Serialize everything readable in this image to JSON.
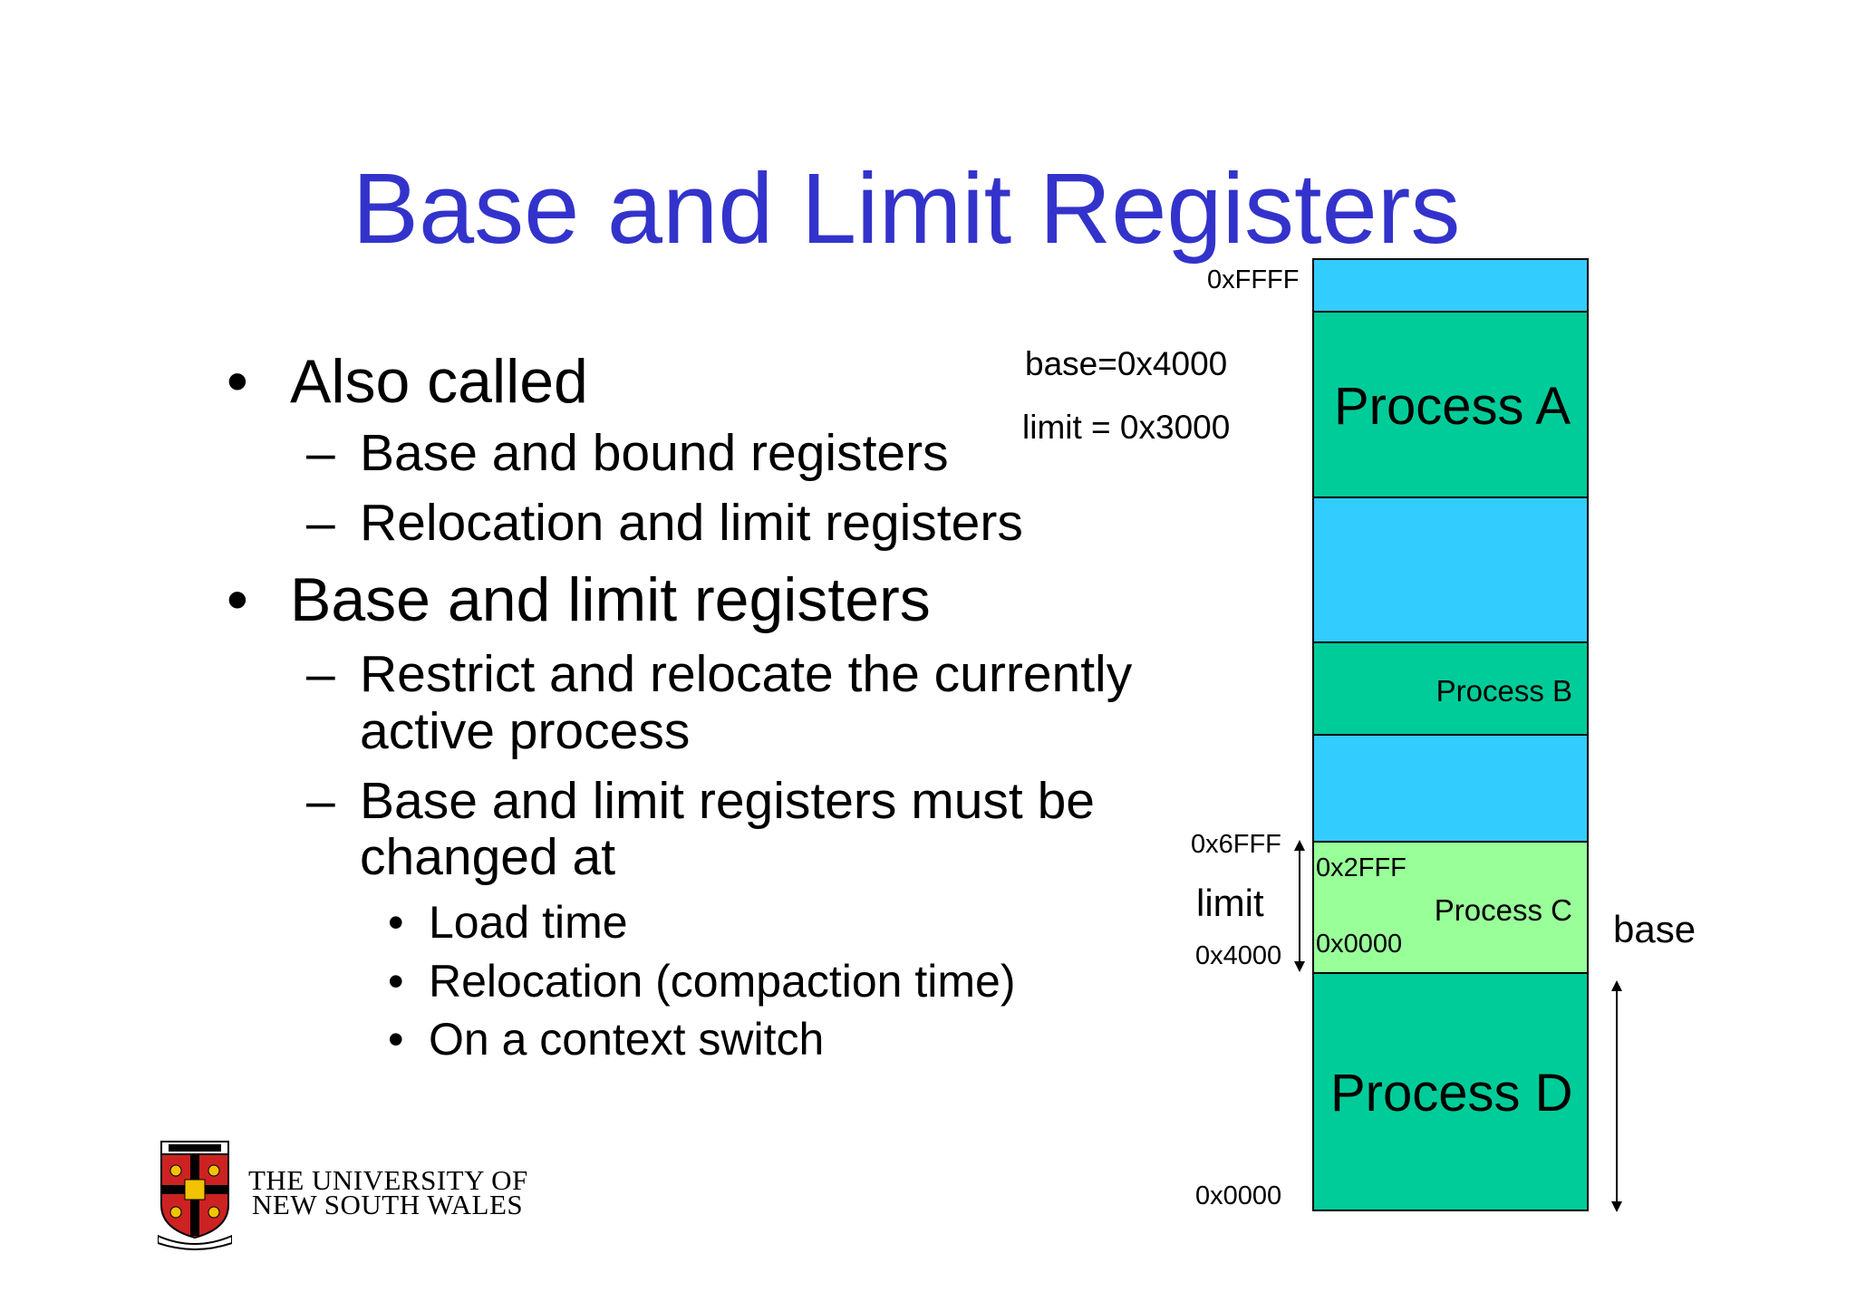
{
  "title": "Base and Limit Registers",
  "bullets": {
    "b1": {
      "mark": "•",
      "text": "Also called"
    },
    "b1_1": {
      "mark": "–",
      "text": "Base and bound registers"
    },
    "b1_2": {
      "mark": "–",
      "text": "Relocation and limit registers"
    },
    "b2": {
      "mark": "•",
      "text": "Base and limit registers"
    },
    "b2_1": {
      "mark": "–",
      "line1": "Restrict and relocate the currently",
      "line2": "active process"
    },
    "b2_2": {
      "mark": "–",
      "line1": "Base and limit registers must be",
      "line2": "changed at"
    },
    "b2_2_1": {
      "mark": "•",
      "text": "Load time"
    },
    "b2_2_2": {
      "mark": "•",
      "text": "Relocation (compaction time)"
    },
    "b2_2_3": {
      "mark": "•",
      "text": "On a context switch"
    }
  },
  "registers": {
    "base": "base=0x4000",
    "limit": "limit = 0x3000"
  },
  "memory": {
    "top_addr": "0xFFFF",
    "bottom_addr": "0x0000",
    "process_a": "Process A",
    "process_b": "Process B",
    "process_c": "Process C",
    "process_d": "Process D",
    "c_top_addr": "0x6FFF",
    "c_bottom_addr": "0x4000",
    "c_local_top": "0x2FFF",
    "c_local_bottom": "0x0000",
    "limit_label": "limit",
    "base_label": "base"
  },
  "logo": {
    "line1": "THE UNIVERSITY OF",
    "line2": "NEW SOUTH WALES"
  },
  "colors": {
    "title": "#3333cc",
    "free": "#33ccff",
    "process": "#00cc99",
    "process_c": "#99ff99"
  }
}
